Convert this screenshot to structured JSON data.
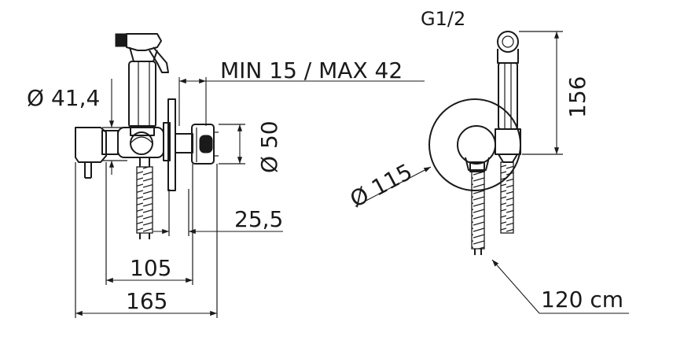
{
  "dimensions": {
    "thread": "G1/2",
    "min_max": "MIN 15 / MAX 42",
    "diameter_handle": "Ø 41,4",
    "diameter_flange": "Ø 50",
    "offset": "25,5",
    "depth_105": "105",
    "depth_165": "165",
    "height": "156",
    "diameter_plate": "Ø 115",
    "hose_length": "120 cm"
  }
}
